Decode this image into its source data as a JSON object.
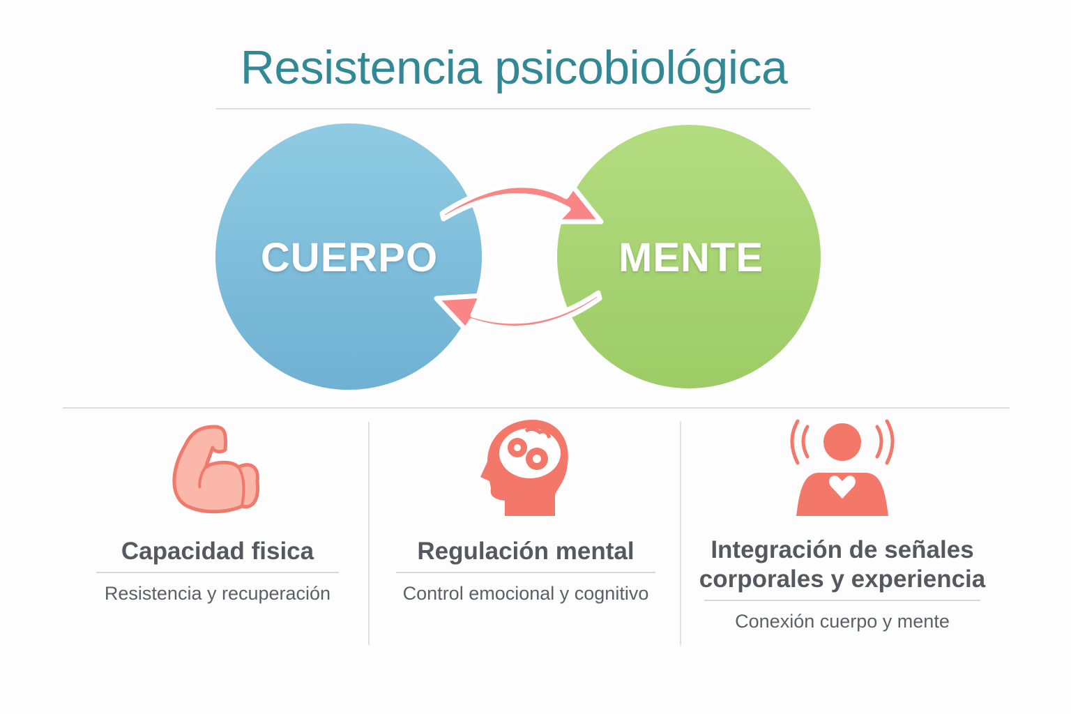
{
  "title": "Resistencia psicobiológica",
  "diagram": {
    "left_circle": {
      "label": "CUERPO",
      "color": "#7dbddb"
    },
    "right_circle": {
      "label": "MENTE",
      "color": "#a6d271"
    },
    "arrow_color": "#f98687"
  },
  "columns": [
    {
      "icon": "flexed-biceps-icon",
      "heading": "Capacidad fisica",
      "subtitle": "Resistencia y recuperación"
    },
    {
      "icon": "head-gears-icon",
      "heading": "Regulación mental",
      "subtitle": "Control emocional y cognitivo"
    },
    {
      "icon": "person-heart-signals-icon",
      "heading_line1": "Integración de señales",
      "heading_line2": "corporales y experiencia",
      "subtitle": "Conexión cuerpo y mente"
    }
  ],
  "icon_color": "#f3786a"
}
